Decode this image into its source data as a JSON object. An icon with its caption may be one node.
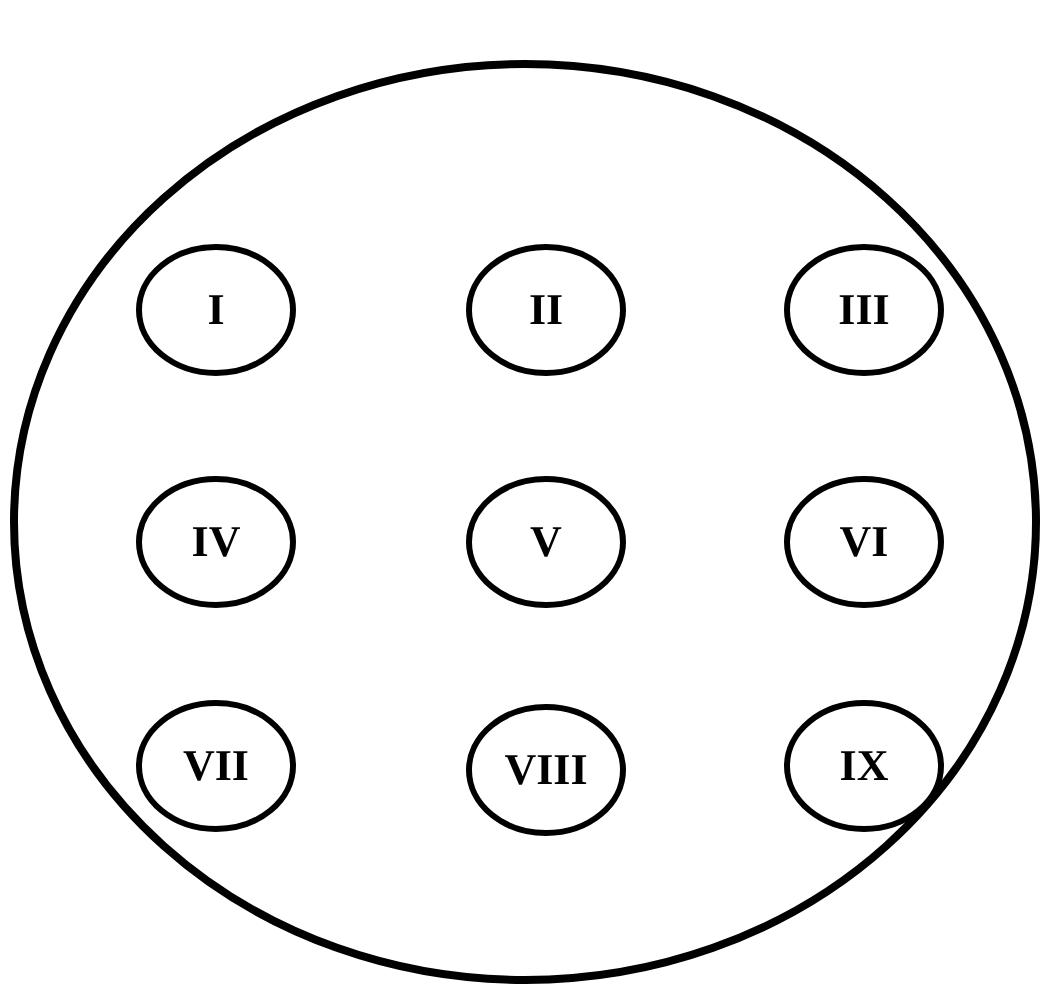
{
  "diagram": {
    "nodes": [
      {
        "text": [],
        "shape": "circle"
      },
      {
        "text": [
          "I"
        ],
        "in": 0
      },
      {
        "text": [
          "II"
        ],
        "in": 0
      },
      {
        "text": [
          "III"
        ],
        "in": 0
      },
      {
        "text": [
          "IV"
        ],
        "in": 0
      },
      {
        "text": [
          "V"
        ],
        "in": 0
      },
      {
        "text": [
          "VI"
        ],
        "in": 0
      },
      {
        "text": [
          "VII"
        ],
        "in": 0
      },
      {
        "text": [
          "VIII"
        ],
        "in": 0
      },
      {
        "text": [
          "IX"
        ],
        "in": 0
      }
    ]
  }
}
